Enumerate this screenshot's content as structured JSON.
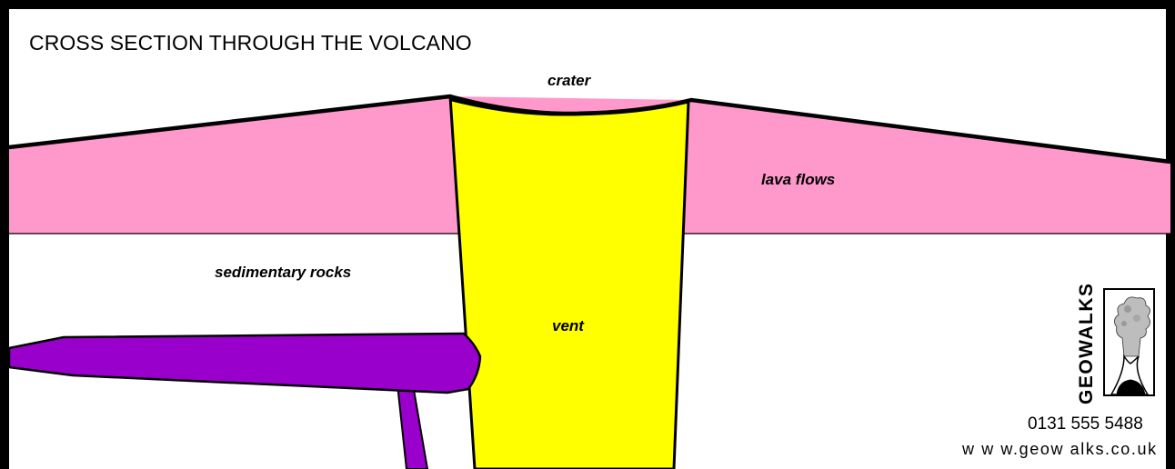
{
  "title": "CROSS SECTION THROUGH THE VOLCANO",
  "labels": {
    "crater": "crater",
    "lava_flows": "lava flows",
    "sedimentary_rocks": "sedimentary rocks",
    "vent": "vent"
  },
  "branding": {
    "name": "GEOWALKS",
    "phone": "0131 555 5488",
    "website": "w w w.geow alks.co.uk"
  },
  "colors": {
    "lava_flows": "#ff99cc",
    "vent": "#ffff00",
    "intrusion": "#9900cc",
    "outline": "#000000",
    "background": "#ffffff"
  }
}
